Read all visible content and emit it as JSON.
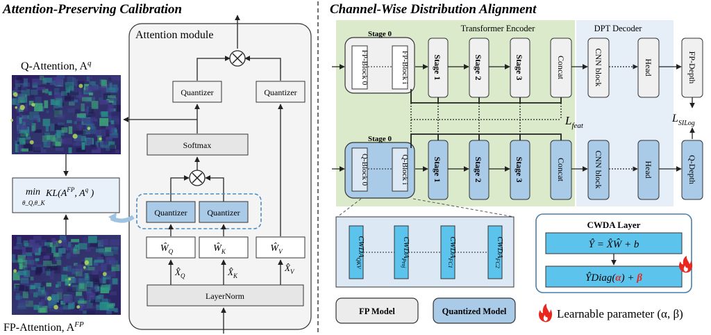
{
  "left_panel": {
    "title": "Attention-Preserving Calibration",
    "q_attention_label": "Q-Attention, A",
    "q_attention_sup": "q",
    "fp_attention_label": "FP-Attention, A",
    "fp_attention_sup": "FP",
    "objective": {
      "min": "min",
      "sub": "θ_Q,θ_K",
      "expr": "KL(A",
      "sup1": "FP",
      "mid": ", A",
      "sup2": "q",
      "end": " )"
    },
    "attention_module": {
      "label": "Attention module",
      "quantizer": "Quantizer",
      "softmax": "Softmax",
      "layernorm": "LayerNorm",
      "w_q": "Ŵ",
      "w_q_sub": "Q",
      "w_k": "Ŵ",
      "w_k_sub": "K",
      "w_v": "Ŵ",
      "w_v_sub": "V",
      "x_q": "X̂",
      "x_q_sub": "Q",
      "x_k": "X̂",
      "x_k_sub": "K",
      "x_v": "X̂",
      "x_v_sub": "V",
      "multiply": "⊗"
    }
  },
  "right_panel": {
    "title": "Channel-Wise Distribution Alignment",
    "encoder_label": "Transformer Encoder",
    "decoder_label": "DPT Decoder",
    "stage0": "Stage 0",
    "fp_block0": "FP-Block 0",
    "fp_blocki": "FP-Block i",
    "q_block0": "Q-Block 0",
    "q_blocki": "Q-Block i",
    "stage1": "Stage 1",
    "stage2": "Stage 2",
    "stage3": "Stage 3",
    "concat": "Concat",
    "cnn_block": "CNN block",
    "head": "Head",
    "fp_depth": "FP-Depth",
    "q_depth": "Q-Depth",
    "l_feat": "L",
    "l_feat_sub": "feat",
    "l_silog": "L",
    "l_silog_sub": "SILog",
    "cwda_items": [
      {
        "main": "CWDA",
        "sub": "QKV"
      },
      {
        "main": "CWDA",
        "sub": "Proj"
      },
      {
        "main": "CWDA",
        "sub": "FC1"
      },
      {
        "main": "CWDA",
        "sub": "FC2"
      }
    ],
    "legend_fp": "FP Model",
    "legend_q": "Quantized Model",
    "cwda_layer": {
      "title": "CWDA Layer",
      "eq1": "Ŷ = X̂Ŵ + b",
      "eq2_pre": "ŶDiag(",
      "eq2_alpha": "α",
      "eq2_mid": ") + ",
      "eq2_beta": "β"
    },
    "learnable": "Learnable parameter (α, β)"
  },
  "colors": {
    "quantized_blue": "#a9cbe8",
    "fp_gray": "#ececec",
    "encoder_green": "#dbeacb",
    "decoder_blue": "#e6eef8",
    "red": "#e8281e",
    "border": "#2f2f2f"
  }
}
